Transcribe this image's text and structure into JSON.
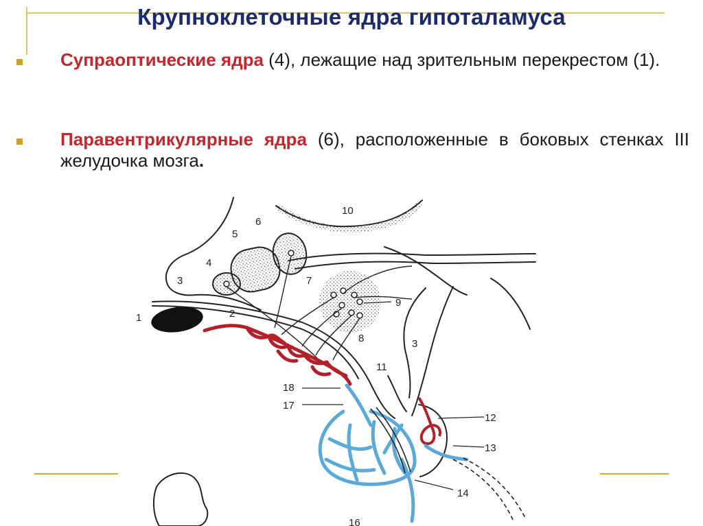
{
  "title": "Крупноклеточные ядра гипоталамуса",
  "bullets": [
    {
      "highlight": "Супраоптические ядра",
      "text": " (4), лежащие над зрительным перекрестом (1)."
    },
    {
      "highlight": "Паравентрикулярные ядра",
      "text": " (6), расположенные в боковых стенках III желудочка мозга",
      "end": "."
    }
  ],
  "diagram": {
    "labels": [
      "1",
      "2",
      "3",
      "4",
      "5",
      "6",
      "7",
      "8",
      "9",
      "10",
      "3",
      "11",
      "12",
      "13",
      "14",
      "16",
      "17",
      "18"
    ]
  },
  "colors": {
    "title": "#1d2b6b",
    "highlight": "#c1272d",
    "marker": "#c9a227",
    "artery": "#b3202a",
    "vein": "#5aa9d8"
  }
}
